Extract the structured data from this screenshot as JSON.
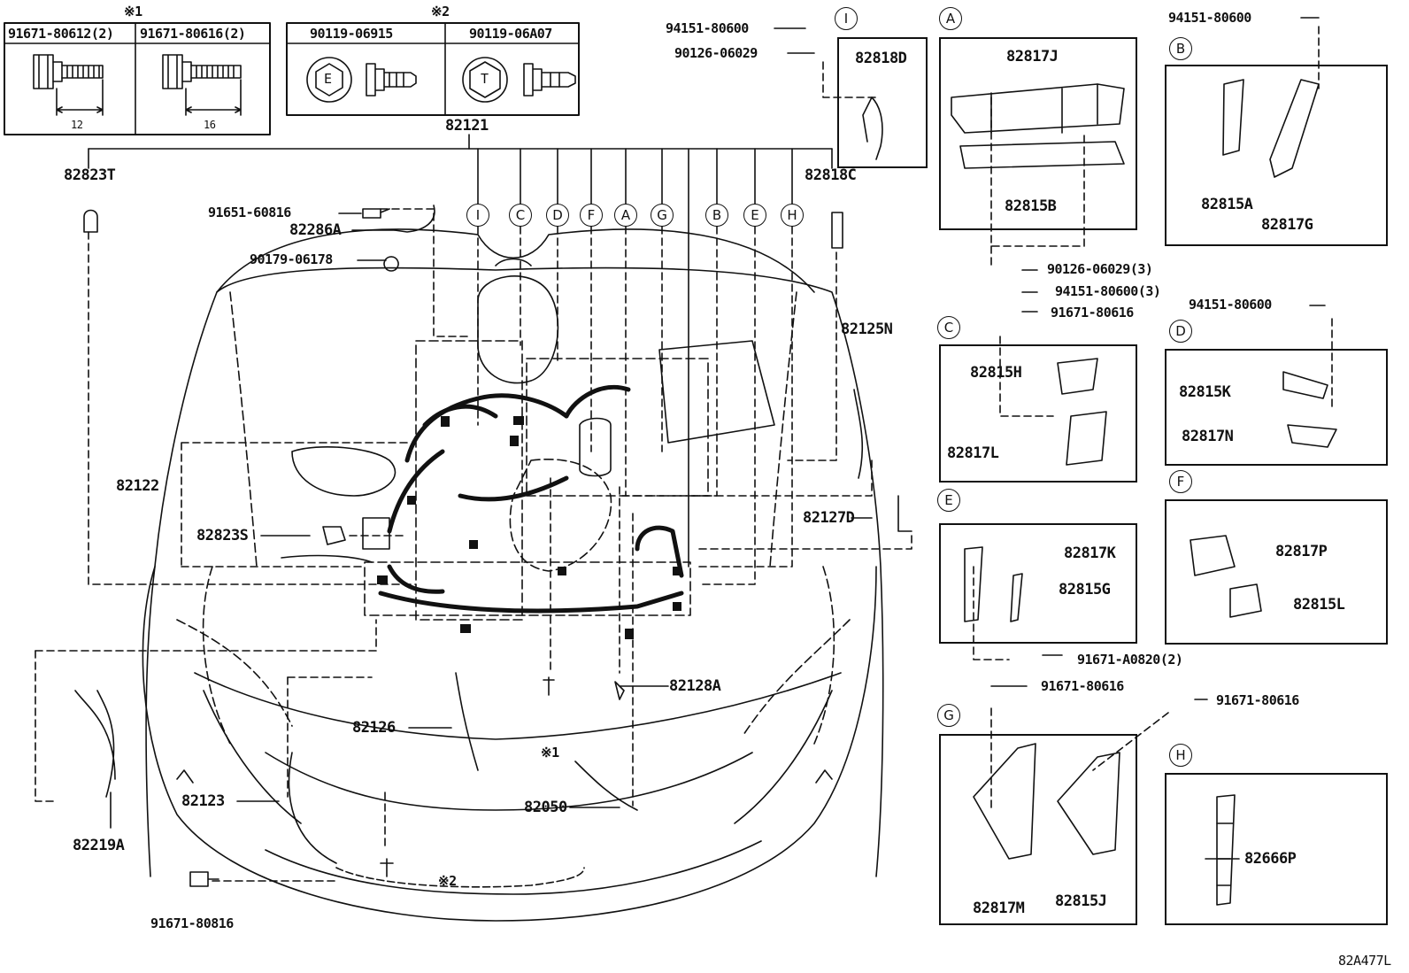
{
  "diagram_code": "82A477L",
  "main_part": "82121",
  "notes": {
    "note1": "※1",
    "note2": "※2"
  },
  "fastener_table_1": {
    "col1": "91671-80612(2)",
    "col2": "91671-80616(2)",
    "dim1": "12",
    "dim2": "16"
  },
  "fastener_table_2": {
    "col1": "90119-06915",
    "col2": "90119-06A07",
    "marker1": "E",
    "marker2": "T"
  },
  "callout_letters": [
    "I",
    "C",
    "D",
    "F",
    "A",
    "G",
    "B",
    "E",
    "H"
  ],
  "main_labels": {
    "p82823T": "82823T",
    "p91651": "91651-60816",
    "p82286A": "82286A",
    "p90179": "90179-06178",
    "p82122": "82122",
    "p82823S": "82823S",
    "p82219A": "82219A",
    "p82123": "82123",
    "p82126": "82126",
    "p91671_80816": "91671-80816",
    "p82050": "82050",
    "p82128A": "82128A",
    "p82818C": "82818C",
    "p82125N": "82125N",
    "p82127D": "82127D",
    "p94151_top": "94151-80600",
    "p90126_top": "90126-06029"
  },
  "detail_I": {
    "letter": "I",
    "part": "82818D"
  },
  "detail_A": {
    "letter": "A",
    "parts": [
      "82817J",
      "82815B"
    ]
  },
  "detail_B": {
    "letter": "B",
    "fastener": "94151-80600",
    "parts": [
      "82815A",
      "82817G"
    ]
  },
  "fasteners_mid": {
    "f1": "90126-06029(3)",
    "f2": "94151-80600(3)",
    "f3": "91671-80616"
  },
  "detail_C": {
    "letter": "C",
    "parts": [
      "82815H",
      "82817L"
    ]
  },
  "detail_D": {
    "letter": "D",
    "fastener": "94151-80600",
    "parts": [
      "82815K",
      "82817N"
    ]
  },
  "detail_E": {
    "letter": "E",
    "parts": [
      "82817K",
      "82815G"
    ],
    "fastener": "91671-A0820(2)"
  },
  "detail_F": {
    "letter": "F",
    "parts": [
      "82817P",
      "82815L"
    ]
  },
  "detail_G": {
    "letter": "G",
    "fastener_left": "91671-80616",
    "fastener_right": "91671-80616",
    "parts": [
      "82817M",
      "82815J"
    ]
  },
  "detail_H": {
    "letter": "H",
    "part": "82666P"
  }
}
